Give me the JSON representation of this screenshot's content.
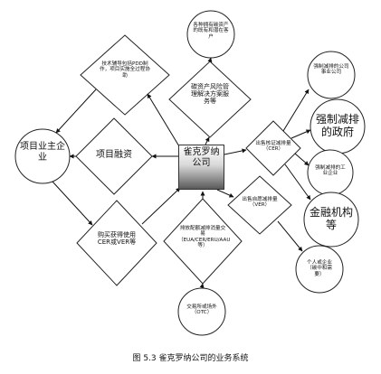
{
  "center": {
    "label": "雀克罗纳公司"
  },
  "nodes": {
    "project_owner": "项目业主企业",
    "project_finance": "项目融资",
    "tech_service": "技术辅导包括PDD制作，项目实施全过程协助",
    "carbon_risk": "碳资产风险管理解决方案服务等",
    "holders_clients": "各种拥有碳资产的既有和潜在客户",
    "buy_cer_ver": "购买获得使用CER或VER等",
    "emission_trading": "排放配额减排消量交易（EUA/CER/ERU/AAU等）",
    "otc": "交易所或场外（OTC）",
    "sell_cer": "出售核证减排量（CER）",
    "sell_ver": "出售自愿减排量（VER）",
    "mandatory_public": "强制减排的公司事业公司",
    "mandatory_gov": "强制减排的政府",
    "mandatory_industry": "强制减排的工业企业",
    "financial_inst": "金融机构等",
    "individual": "个人或企业（碳中和需要）"
  },
  "caption": "图 5.3 雀克罗纳公司的业务系统"
}
